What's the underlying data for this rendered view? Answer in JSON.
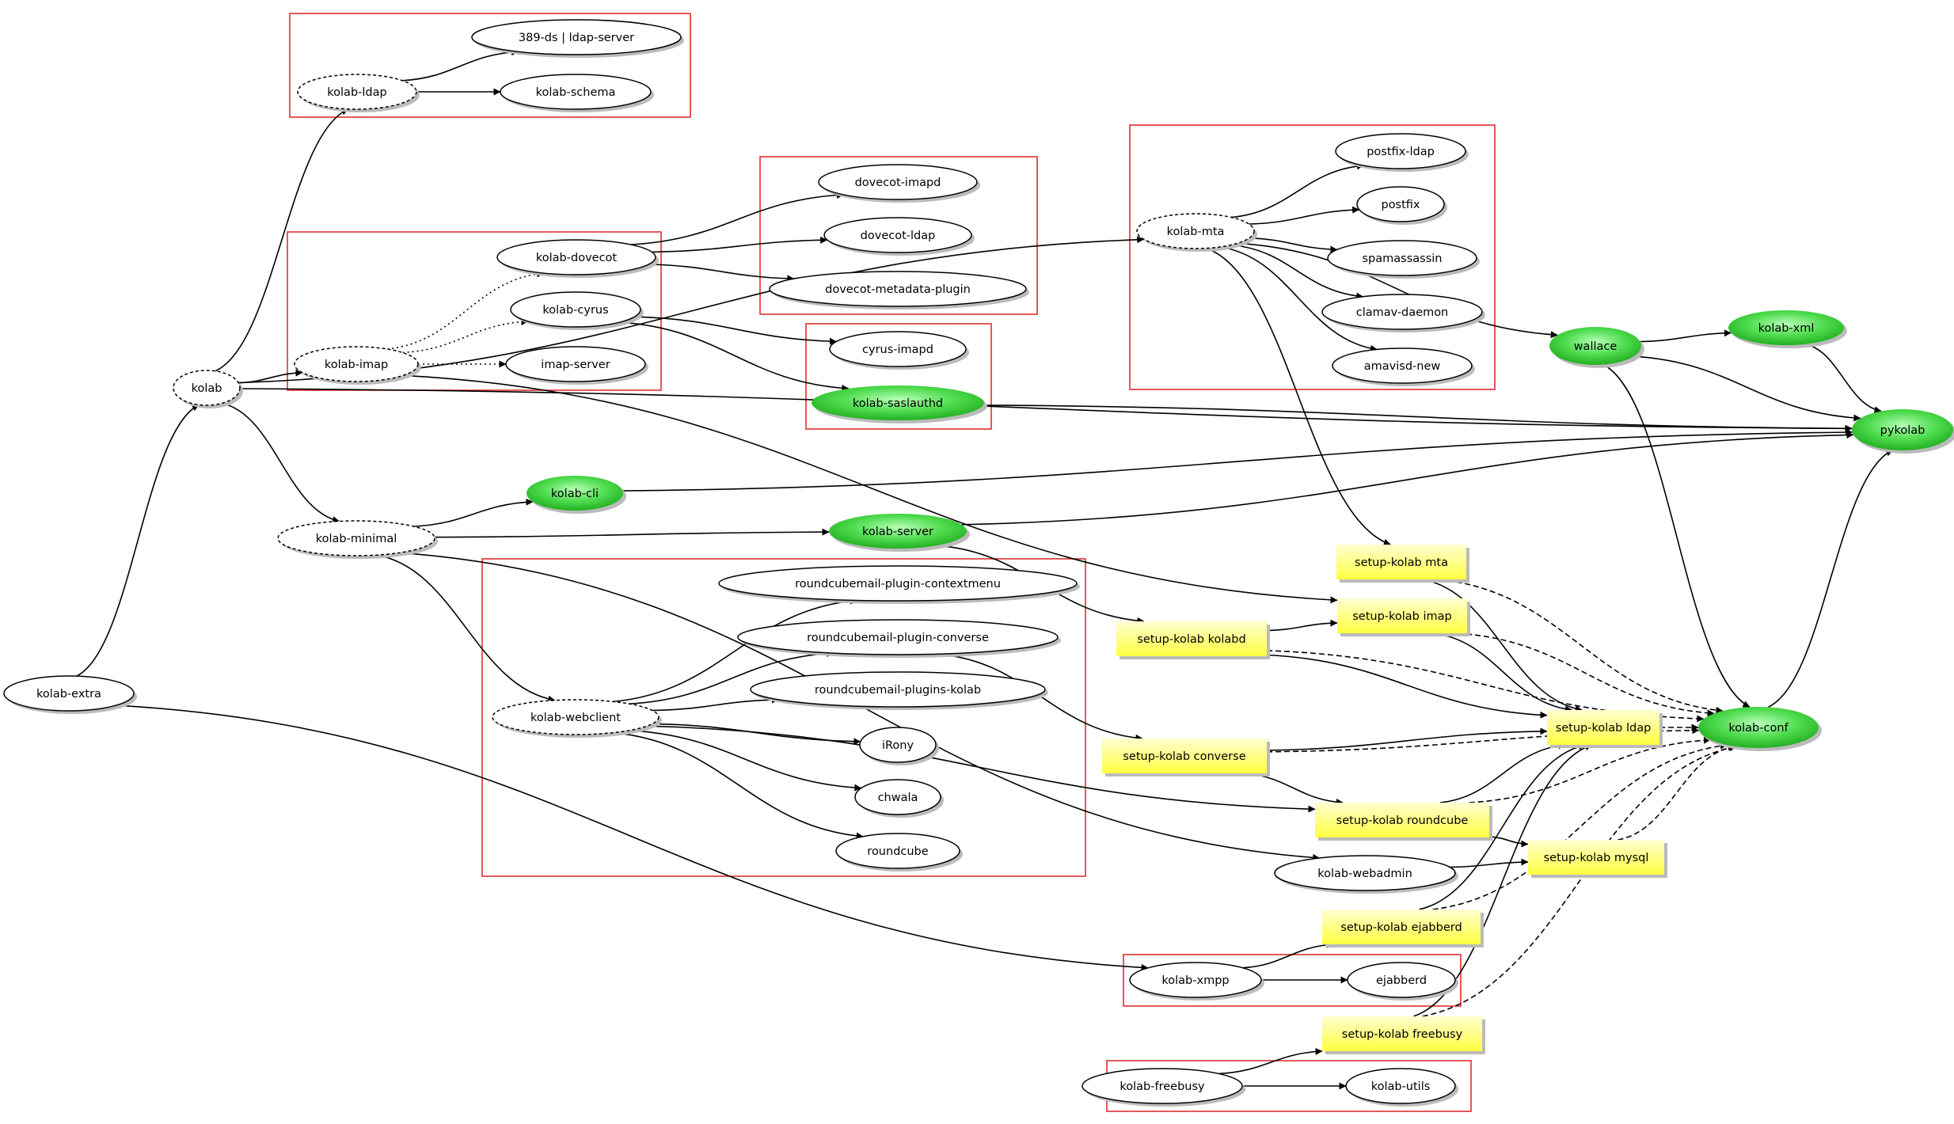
{
  "colors": {
    "plain": "#ffffff",
    "green": "#3ccf3c",
    "yellow": "#ffff66",
    "cluster": "#e03030"
  },
  "nodes": [
    {
      "id": "kolab-extra",
      "label": "kolab-extra",
      "style": "solid",
      "color": "plain"
    },
    {
      "id": "kolab",
      "label": "kolab",
      "style": "dashed",
      "color": "plain"
    },
    {
      "id": "kolab-ldap",
      "label": "kolab-ldap",
      "style": "dashed",
      "color": "plain"
    },
    {
      "id": "389-ds",
      "label": "389-ds | ldap-server",
      "style": "solid",
      "color": "plain"
    },
    {
      "id": "kolab-schema",
      "label": "kolab-schema",
      "style": "solid",
      "color": "plain"
    },
    {
      "id": "kolab-imap",
      "label": "kolab-imap",
      "style": "dashed",
      "color": "plain"
    },
    {
      "id": "kolab-dovecot",
      "label": "kolab-dovecot",
      "style": "solid",
      "color": "plain"
    },
    {
      "id": "kolab-cyrus",
      "label": "kolab-cyrus",
      "style": "solid",
      "color": "plain"
    },
    {
      "id": "imap-server",
      "label": "imap-server",
      "style": "solid",
      "color": "plain"
    },
    {
      "id": "dovecot-imapd",
      "label": "dovecot-imapd",
      "style": "solid",
      "color": "plain"
    },
    {
      "id": "dovecot-ldap",
      "label": "dovecot-ldap",
      "style": "solid",
      "color": "plain"
    },
    {
      "id": "dovecot-metadata-plugin",
      "label": "dovecot-metadata-plugin",
      "style": "solid",
      "color": "plain"
    },
    {
      "id": "cyrus-imapd",
      "label": "cyrus-imapd",
      "style": "solid",
      "color": "plain"
    },
    {
      "id": "kolab-saslauthd",
      "label": "kolab-saslauthd",
      "style": "solid",
      "color": "green"
    },
    {
      "id": "kolab-mta",
      "label": "kolab-mta",
      "style": "dashed",
      "color": "plain"
    },
    {
      "id": "postfix-ldap",
      "label": "postfix-ldap",
      "style": "solid",
      "color": "plain"
    },
    {
      "id": "postfix",
      "label": "postfix",
      "style": "solid",
      "color": "plain"
    },
    {
      "id": "spamassassin",
      "label": "spamassassin",
      "style": "solid",
      "color": "plain"
    },
    {
      "id": "clamav-daemon",
      "label": "clamav-daemon",
      "style": "solid",
      "color": "plain"
    },
    {
      "id": "amavisd-new",
      "label": "amavisd-new",
      "style": "solid",
      "color": "plain"
    },
    {
      "id": "wallace",
      "label": "wallace",
      "style": "solid",
      "color": "green"
    },
    {
      "id": "kolab-xml",
      "label": "kolab-xml",
      "style": "solid",
      "color": "green"
    },
    {
      "id": "pykolab",
      "label": "pykolab",
      "style": "solid",
      "color": "green"
    },
    {
      "id": "kolab-minimal",
      "label": "kolab-minimal",
      "style": "dashed",
      "color": "plain"
    },
    {
      "id": "kolab-cli",
      "label": "kolab-cli",
      "style": "solid",
      "color": "green"
    },
    {
      "id": "kolab-server",
      "label": "kolab-server",
      "style": "solid",
      "color": "green"
    },
    {
      "id": "kolab-webclient",
      "label": "kolab-webclient",
      "style": "dashed",
      "color": "plain"
    },
    {
      "id": "rc-contextmenu",
      "label": "roundcubemail-plugin-contextmenu",
      "style": "solid",
      "color": "plain"
    },
    {
      "id": "rc-converse",
      "label": "roundcubemail-plugin-converse",
      "style": "solid",
      "color": "plain"
    },
    {
      "id": "rc-kolab",
      "label": "roundcubemail-plugins-kolab",
      "style": "solid",
      "color": "plain"
    },
    {
      "id": "irony",
      "label": "iRony",
      "style": "solid",
      "color": "plain"
    },
    {
      "id": "chwala",
      "label": "chwala",
      "style": "solid",
      "color": "plain"
    },
    {
      "id": "roundcube",
      "label": "roundcube",
      "style": "solid",
      "color": "plain"
    },
    {
      "id": "setup-mta",
      "label": "setup-kolab mta",
      "style": "box",
      "color": "yellow"
    },
    {
      "id": "setup-imap",
      "label": "setup-kolab imap",
      "style": "box",
      "color": "yellow"
    },
    {
      "id": "setup-kolabd",
      "label": "setup-kolab kolabd",
      "style": "box",
      "color": "yellow"
    },
    {
      "id": "setup-ldap",
      "label": "setup-kolab ldap",
      "style": "box",
      "color": "yellow"
    },
    {
      "id": "kolab-conf",
      "label": "kolab-conf",
      "style": "solid",
      "color": "green"
    },
    {
      "id": "setup-converse",
      "label": "setup-kolab converse",
      "style": "box",
      "color": "yellow"
    },
    {
      "id": "setup-roundcube",
      "label": "setup-kolab roundcube",
      "style": "box",
      "color": "yellow"
    },
    {
      "id": "setup-mysql",
      "label": "setup-kolab mysql",
      "style": "box",
      "color": "yellow"
    },
    {
      "id": "kolab-webadmin",
      "label": "kolab-webadmin",
      "style": "solid",
      "color": "plain"
    },
    {
      "id": "setup-ejabberd",
      "label": "setup-kolab ejabberd",
      "style": "box",
      "color": "yellow"
    },
    {
      "id": "kolab-xmpp",
      "label": "kolab-xmpp",
      "style": "solid",
      "color": "plain"
    },
    {
      "id": "ejabberd",
      "label": "ejabberd",
      "style": "solid",
      "color": "plain"
    },
    {
      "id": "setup-freebusy",
      "label": "setup-kolab freebusy",
      "style": "box",
      "color": "yellow"
    },
    {
      "id": "kolab-freebusy",
      "label": "kolab-freebusy",
      "style": "solid",
      "color": "plain"
    },
    {
      "id": "kolab-utils",
      "label": "kolab-utils",
      "style": "solid",
      "color": "plain"
    }
  ],
  "edges": [
    {
      "from": "kolab-extra",
      "to": "kolab",
      "style": "solid"
    },
    {
      "from": "kolab-extra",
      "to": "kolab-xmpp",
      "style": "solid"
    },
    {
      "from": "kolab",
      "to": "kolab-ldap",
      "style": "solid"
    },
    {
      "from": "kolab",
      "to": "kolab-mta",
      "style": "solid"
    },
    {
      "from": "kolab",
      "to": "kolab-imap",
      "style": "solid"
    },
    {
      "from": "kolab",
      "to": "kolab-minimal",
      "style": "solid"
    },
    {
      "from": "kolab",
      "to": "pykolab",
      "style": "solid"
    },
    {
      "from": "kolab-ldap",
      "to": "389-ds",
      "style": "solid"
    },
    {
      "from": "kolab-ldap",
      "to": "kolab-schema",
      "style": "solid"
    },
    {
      "from": "kolab-imap",
      "to": "kolab-dovecot",
      "style": "dotted"
    },
    {
      "from": "kolab-imap",
      "to": "kolab-cyrus",
      "style": "dotted"
    },
    {
      "from": "kolab-imap",
      "to": "imap-server",
      "style": "dotted"
    },
    {
      "from": "kolab-imap",
      "to": "setup-imap",
      "style": "solid"
    },
    {
      "from": "kolab-dovecot",
      "to": "dovecot-imapd",
      "style": "solid"
    },
    {
      "from": "kolab-dovecot",
      "to": "dovecot-ldap",
      "style": "solid"
    },
    {
      "from": "kolab-dovecot",
      "to": "dovecot-metadata-plugin",
      "style": "solid"
    },
    {
      "from": "kolab-cyrus",
      "to": "cyrus-imapd",
      "style": "solid"
    },
    {
      "from": "kolab-cyrus",
      "to": "kolab-saslauthd",
      "style": "solid"
    },
    {
      "from": "kolab-saslauthd",
      "to": "pykolab",
      "style": "solid"
    },
    {
      "from": "kolab-mta",
      "to": "postfix-ldap",
      "style": "solid"
    },
    {
      "from": "kolab-mta",
      "to": "postfix",
      "style": "solid"
    },
    {
      "from": "kolab-mta",
      "to": "spamassassin",
      "style": "solid"
    },
    {
      "from": "kolab-mta",
      "to": "clamav-daemon",
      "style": "solid"
    },
    {
      "from": "kolab-mta",
      "to": "amavisd-new",
      "style": "solid"
    },
    {
      "from": "kolab-mta",
      "to": "wallace",
      "style": "solid"
    },
    {
      "from": "kolab-mta",
      "to": "setup-mta",
      "style": "solid"
    },
    {
      "from": "wallace",
      "to": "kolab-xml",
      "style": "solid"
    },
    {
      "from": "wallace",
      "to": "pykolab",
      "style": "solid"
    },
    {
      "from": "wallace",
      "to": "kolab-conf",
      "style": "solid"
    },
    {
      "from": "kolab-xml",
      "to": "pykolab",
      "style": "solid"
    },
    {
      "from": "kolab-minimal",
      "to": "kolab-cli",
      "style": "solid"
    },
    {
      "from": "kolab-minimal",
      "to": "kolab-server",
      "style": "solid"
    },
    {
      "from": "kolab-minimal",
      "to": "kolab-webclient",
      "style": "solid"
    },
    {
      "from": "kolab-minimal",
      "to": "kolab-webadmin",
      "style": "solid"
    },
    {
      "from": "kolab-cli",
      "to": "pykolab",
      "style": "solid"
    },
    {
      "from": "kolab-server",
      "to": "pykolab",
      "style": "solid"
    },
    {
      "from": "kolab-server",
      "to": "setup-kolabd",
      "style": "solid"
    },
    {
      "from": "kolab-webclient",
      "to": "rc-contextmenu",
      "style": "solid"
    },
    {
      "from": "kolab-webclient",
      "to": "rc-converse",
      "style": "solid"
    },
    {
      "from": "kolab-webclient",
      "to": "rc-kolab",
      "style": "solid"
    },
    {
      "from": "kolab-webclient",
      "to": "irony",
      "style": "solid"
    },
    {
      "from": "kolab-webclient",
      "to": "chwala",
      "style": "solid"
    },
    {
      "from": "kolab-webclient",
      "to": "roundcube",
      "style": "solid"
    },
    {
      "from": "kolab-webclient",
      "to": "setup-roundcube",
      "style": "solid"
    },
    {
      "from": "rc-converse",
      "to": "setup-converse",
      "style": "solid"
    },
    {
      "from": "setup-mta",
      "to": "setup-ldap",
      "style": "solid"
    },
    {
      "from": "setup-mta",
      "to": "kolab-conf",
      "style": "dashed"
    },
    {
      "from": "setup-imap",
      "to": "setup-ldap",
      "style": "solid"
    },
    {
      "from": "setup-imap",
      "to": "kolab-conf",
      "style": "dashed"
    },
    {
      "from": "setup-kolabd",
      "to": "setup-imap",
      "style": "solid"
    },
    {
      "from": "setup-kolabd",
      "to": "setup-ldap",
      "style": "solid"
    },
    {
      "from": "setup-kolabd",
      "to": "kolab-conf",
      "style": "dashed"
    },
    {
      "from": "setup-converse",
      "to": "setup-ldap",
      "style": "solid"
    },
    {
      "from": "setup-converse",
      "to": "setup-roundcube",
      "style": "solid"
    },
    {
      "from": "setup-converse",
      "to": "kolab-conf",
      "style": "dashed"
    },
    {
      "from": "setup-ldap",
      "to": "kolab-conf",
      "style": "dashed"
    },
    {
      "from": "setup-roundcube",
      "to": "setup-ldap",
      "style": "solid"
    },
    {
      "from": "setup-roundcube",
      "to": "setup-mysql",
      "style": "solid"
    },
    {
      "from": "setup-roundcube",
      "to": "kolab-conf",
      "style": "dashed"
    },
    {
      "from": "setup-mysql",
      "to": "kolab-conf",
      "style": "dashed"
    },
    {
      "from": "kolab-webadmin",
      "to": "setup-mysql",
      "style": "solid"
    },
    {
      "from": "setup-ejabberd",
      "to": "setup-ldap",
      "style": "solid"
    },
    {
      "from": "setup-ejabberd",
      "to": "kolab-conf",
      "style": "dashed"
    },
    {
      "from": "kolab-xmpp",
      "to": "setup-ejabberd",
      "style": "solid"
    },
    {
      "from": "kolab-xmpp",
      "to": "ejabberd",
      "style": "solid"
    },
    {
      "from": "setup-freebusy",
      "to": "setup-ldap",
      "style": "solid"
    },
    {
      "from": "setup-freebusy",
      "to": "kolab-conf",
      "style": "dashed"
    },
    {
      "from": "kolab-freebusy",
      "to": "setup-freebusy",
      "style": "solid"
    },
    {
      "from": "kolab-freebusy",
      "to": "kolab-utils",
      "style": "solid"
    },
    {
      "from": "kolab-conf",
      "to": "pykolab",
      "style": "solid"
    }
  ],
  "clusters": [
    {
      "id": "ldap-cluster"
    },
    {
      "id": "imap-cluster"
    },
    {
      "id": "dovecot-cluster"
    },
    {
      "id": "cyrus-cluster"
    },
    {
      "id": "mta-cluster"
    },
    {
      "id": "webclient-cluster"
    },
    {
      "id": "xmpp-cluster"
    },
    {
      "id": "freebusy-cluster"
    }
  ]
}
